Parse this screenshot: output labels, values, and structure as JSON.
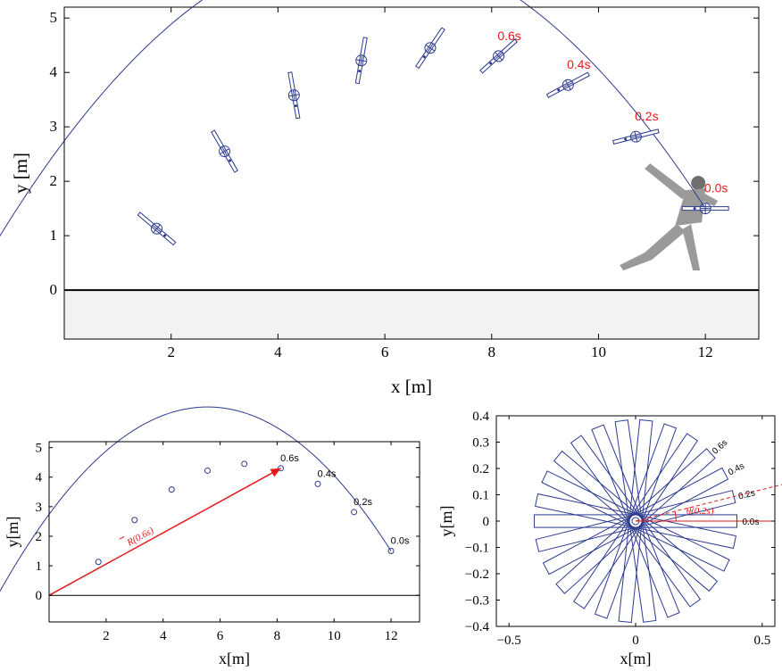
{
  "colors": {
    "curve": "#2b3a8f",
    "annotation": "#e31a1c",
    "ground": "#f2f2f2"
  },
  "chart_data": [
    {
      "type": "line",
      "xlabel": "x [m]",
      "ylabel": "y [m]",
      "xlim": [
        0,
        13
      ],
      "ylim": [
        -0.9,
        5.2
      ],
      "xticks": [
        2,
        4,
        6,
        8,
        10,
        12
      ],
      "yticks": [
        0,
        1,
        2,
        3,
        4,
        5
      ],
      "ground_level": 0,
      "trajectory": {
        "x0": 12.0,
        "y0": 1.5,
        "vx": -6.46,
        "vy": 9.78,
        "g": 9.81
      },
      "points": [
        {
          "x": 12.0,
          "y": 1.5,
          "angle": 0
        },
        {
          "x": 10.7,
          "y": 2.82,
          "angle": 14
        },
        {
          "x": 9.43,
          "y": 3.77,
          "angle": 28
        },
        {
          "x": 8.13,
          "y": 4.3,
          "angle": 42
        },
        {
          "x": 6.85,
          "y": 4.45,
          "angle": 56
        },
        {
          "x": 5.56,
          "y": 4.22,
          "angle": 80
        },
        {
          "x": 4.3,
          "y": 3.58,
          "angle": 100
        },
        {
          "x": 3.0,
          "y": 2.55,
          "angle": 120
        },
        {
          "x": 1.73,
          "y": 1.13,
          "angle": 140
        }
      ],
      "time_labels": [
        {
          "x": 12.0,
          "y": 1.5,
          "text": "0.0s"
        },
        {
          "x": 10.7,
          "y": 2.82,
          "text": "0.2s"
        },
        {
          "x": 9.43,
          "y": 3.77,
          "text": "0.4s"
        },
        {
          "x": 8.13,
          "y": 4.3,
          "text": "0.6s"
        }
      ]
    },
    {
      "type": "line",
      "xlabel": "x[m]",
      "ylabel": "y[m]",
      "xlim": [
        0,
        13
      ],
      "ylim": [
        -0.9,
        5.2
      ],
      "xticks": [
        2,
        4,
        6,
        8,
        10,
        12
      ],
      "yticks": [
        0,
        1,
        2,
        3,
        4,
        5
      ],
      "points": [
        {
          "x": 12.0,
          "y": 1.5
        },
        {
          "x": 10.7,
          "y": 2.82
        },
        {
          "x": 9.43,
          "y": 3.77
        },
        {
          "x": 8.13,
          "y": 4.3
        },
        {
          "x": 6.85,
          "y": 4.45
        },
        {
          "x": 5.56,
          "y": 4.22
        },
        {
          "x": 4.3,
          "y": 3.58
        },
        {
          "x": 3.0,
          "y": 2.55
        },
        {
          "x": 1.73,
          "y": 1.13
        }
      ],
      "time_labels": [
        {
          "x": 12.0,
          "y": 1.5,
          "text": "0.0s"
        },
        {
          "x": 10.7,
          "y": 2.82,
          "text": "0.2s"
        },
        {
          "x": 9.43,
          "y": 3.77,
          "text": "0.4s"
        },
        {
          "x": 8.13,
          "y": 4.3,
          "text": "0.6s"
        }
      ],
      "vector": {
        "from": [
          0,
          0
        ],
        "to": [
          8.13,
          4.3
        ],
        "label": "R(0.6s)"
      }
    },
    {
      "type": "line",
      "xlabel": "x[m]",
      "ylabel": "y[m]",
      "xlim": [
        -0.55,
        0.55
      ],
      "ylim": [
        -0.4,
        0.4
      ],
      "xticks": [
        -0.5,
        0,
        0.5
      ],
      "xtick_labels": [
        "−0.5",
        "0",
        "0.5"
      ],
      "yticks": [
        -0.4,
        -0.3,
        -0.2,
        -0.1,
        0,
        0.1,
        0.2,
        0.3,
        0.4
      ],
      "ytick_labels": [
        "−0.4",
        "−0.3",
        "−0.2",
        "−0.1",
        "0",
        "0.1",
        "0.2",
        "0.3",
        "0.4"
      ],
      "rect_length": 0.4,
      "rect_width": 0.05,
      "angles_deg": [
        0,
        14,
        28,
        42,
        56,
        70,
        84,
        98,
        112,
        126,
        140,
        154,
        168
      ],
      "time_labels": [
        {
          "angle": 0,
          "text": "0.0s"
        },
        {
          "angle": 14,
          "text": "0.2s"
        },
        {
          "angle": 28,
          "text": "0.4s"
        },
        {
          "angle": 42,
          "text": "0.6s"
        }
      ],
      "theta_label": "θ(0.2s)",
      "theta_angle": 14
    }
  ]
}
